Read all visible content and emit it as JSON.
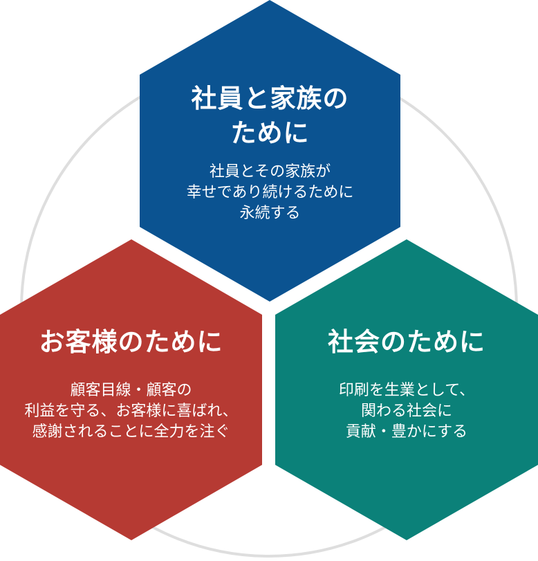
{
  "colors": {
    "employees": "#0b5391",
    "customers": "#b63a33",
    "society": "#0b8179",
    "ring": "#dedede"
  },
  "hexagons": {
    "employees": {
      "title_lines": [
        "社員と家族の",
        "ために"
      ],
      "desc_lines": [
        "社員とその家族が",
        "幸せであり続けるために",
        "永続する"
      ]
    },
    "customers": {
      "title_lines": [
        "お客様のために"
      ],
      "desc_lines": [
        "顧客目線・顧客の",
        "利益を守る、お客様に喜ばれ、",
        "感謝されることに全力を注ぐ"
      ]
    },
    "society": {
      "title_lines": [
        "社会のために"
      ],
      "desc_lines": [
        "印刷を生業として、",
        "関わる社会に",
        "貢献・豊かにする"
      ]
    }
  }
}
